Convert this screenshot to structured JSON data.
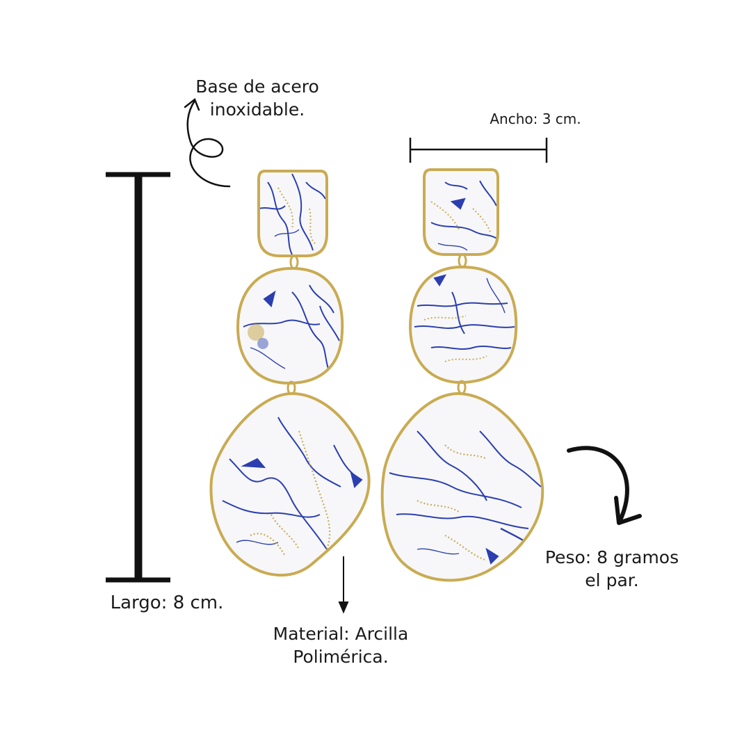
{
  "annotations": {
    "base": {
      "line1": "Base de acero",
      "line2": "inoxidable."
    },
    "ancho": "Ancho: 3 cm.",
    "largo": "Largo: 8 cm.",
    "material": {
      "line1": "Material: Arcilla",
      "line2": "Polimérica."
    },
    "peso": {
      "line1": "Peso: 8 gramos",
      "line2": "el par."
    }
  },
  "colors": {
    "clay": "#f7f7f9",
    "vein": "#2b3fb0",
    "gold": "#c9ab52",
    "ink": "#111111"
  }
}
